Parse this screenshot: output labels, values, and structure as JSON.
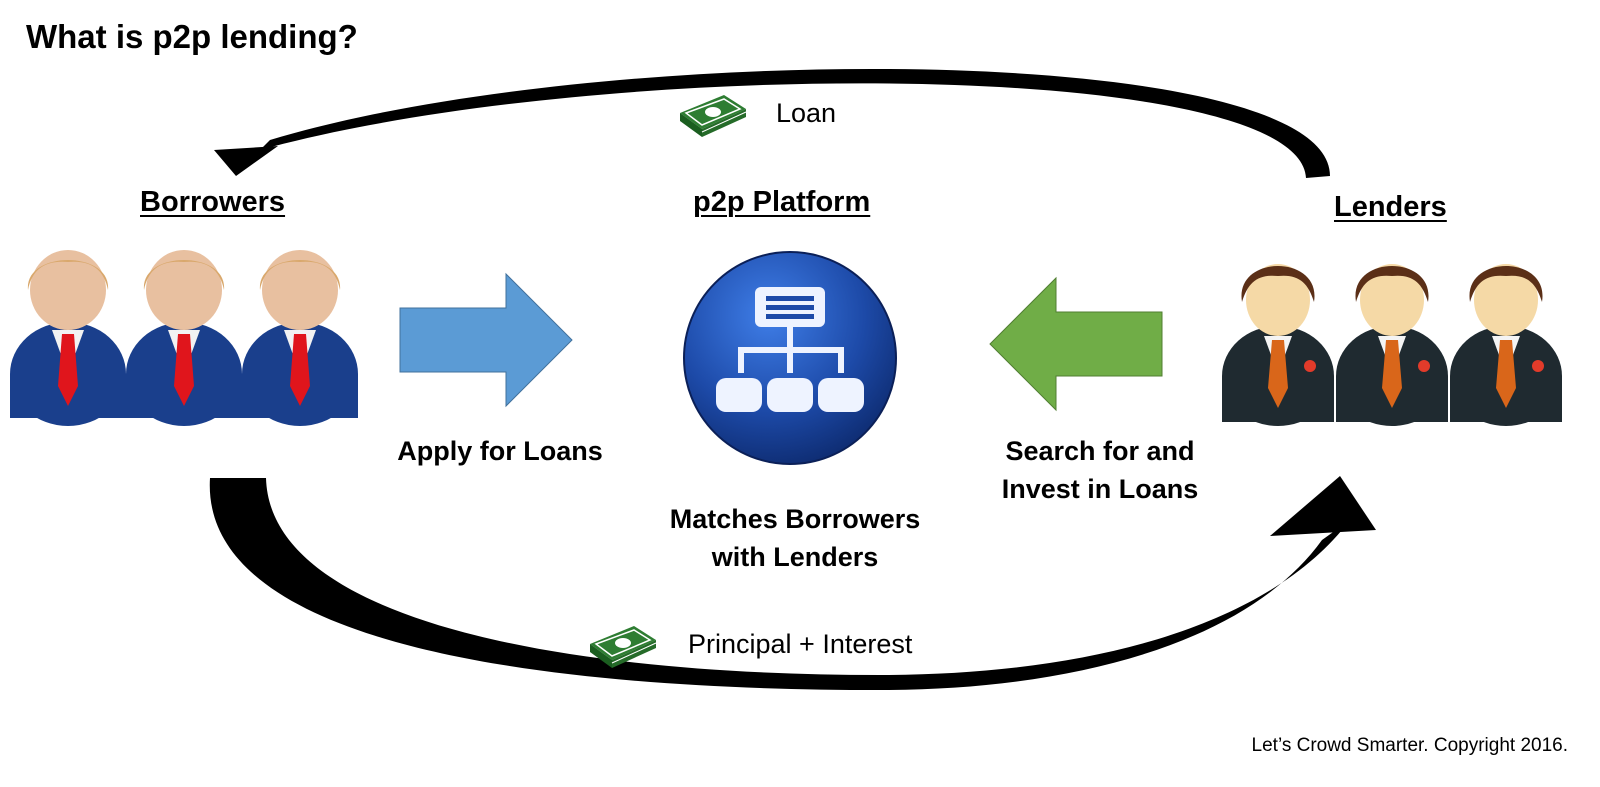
{
  "title": "What is p2p lending?",
  "nodes": {
    "borrowers": {
      "heading": "Borrowers"
    },
    "platform": {
      "heading": "p2p Platform",
      "description": "Matches Borrowers with Lenders"
    },
    "lenders": {
      "heading": "Lenders"
    }
  },
  "flows": {
    "loan": {
      "label": "Loan"
    },
    "repayment": {
      "label": "Principal + Interest"
    },
    "apply": {
      "label": "Apply for Loans"
    },
    "invest": {
      "label": "Search for and Invest in Loans"
    }
  },
  "footer": {
    "copyright": "Let’s Crowd Smarter. Copyright 2016."
  },
  "colors": {
    "borrower_suit": "#1a3f8c",
    "borrower_tie": "#e0151c",
    "lender_suit": "#1f2a30",
    "lender_tie": "#d9661a",
    "apply_arrow": "#5b9bd5",
    "invest_arrow": "#70ad47",
    "platform_circle": "#1d4aa8",
    "money": "#2e7d32"
  },
  "icons": [
    "borrower-person-icon",
    "lender-person-icon",
    "money-stack-icon",
    "network-hierarchy-icon",
    "right-arrow-icon",
    "left-arrow-icon"
  ]
}
